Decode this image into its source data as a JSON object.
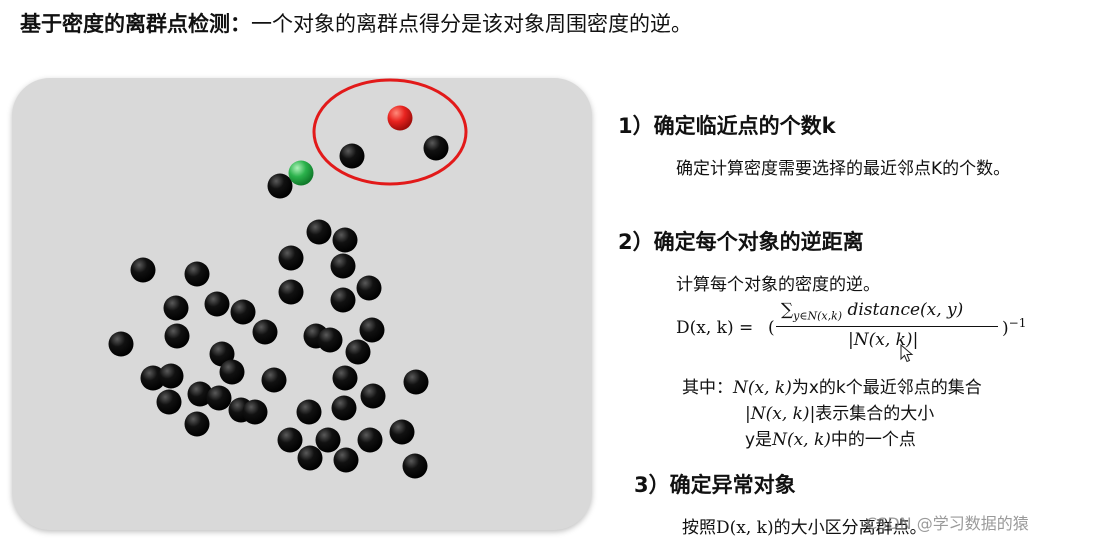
{
  "header": {
    "title_bold": "基于密度的离群点检测：",
    "title_rest": "一个对象的离群点得分是该对象周围密度的逆。"
  },
  "steps": {
    "step1": {
      "title": "1）确定临近点的个数k",
      "desc": "确定计算密度需要选择的最近邻点K的个数。"
    },
    "step2": {
      "title": "2）确定每个对象的逆距离",
      "desc": "计算每个对象的密度的逆。",
      "formula": {
        "lhs": "D(x, k) = ",
        "open": "(",
        "sum": "∑",
        "sum_sub": "y∈N(x,k)",
        "numerator_term": " distance(x, y)",
        "denominator": "|N(x, k)|",
        "close": ")",
        "exponent": "−1"
      },
      "notes": {
        "line1_prefix": "其中：",
        "line1_math": "N(x, k)",
        "line1_text": "为x的k个最近邻点的集合",
        "line2_math": "|N(x, k)|",
        "line2_text": "表示集合的大小",
        "line3_prefix": "y是",
        "line3_math": "N(x, k)",
        "line3_text": "中的一个点"
      }
    },
    "step3": {
      "title": "3）确定异常对象",
      "desc_prefix": "按照",
      "desc_math": "D(x, k)",
      "desc_text": "的大小区分离群点。"
    }
  },
  "watermark": "CSDN @学习数据的猿",
  "colors": {
    "panel": "#d9d9d9",
    "outlier_point": "#e8231f",
    "neighbor_point": "#2bb24c",
    "normal_point": "#111111",
    "circle": "#e21a1a"
  }
}
